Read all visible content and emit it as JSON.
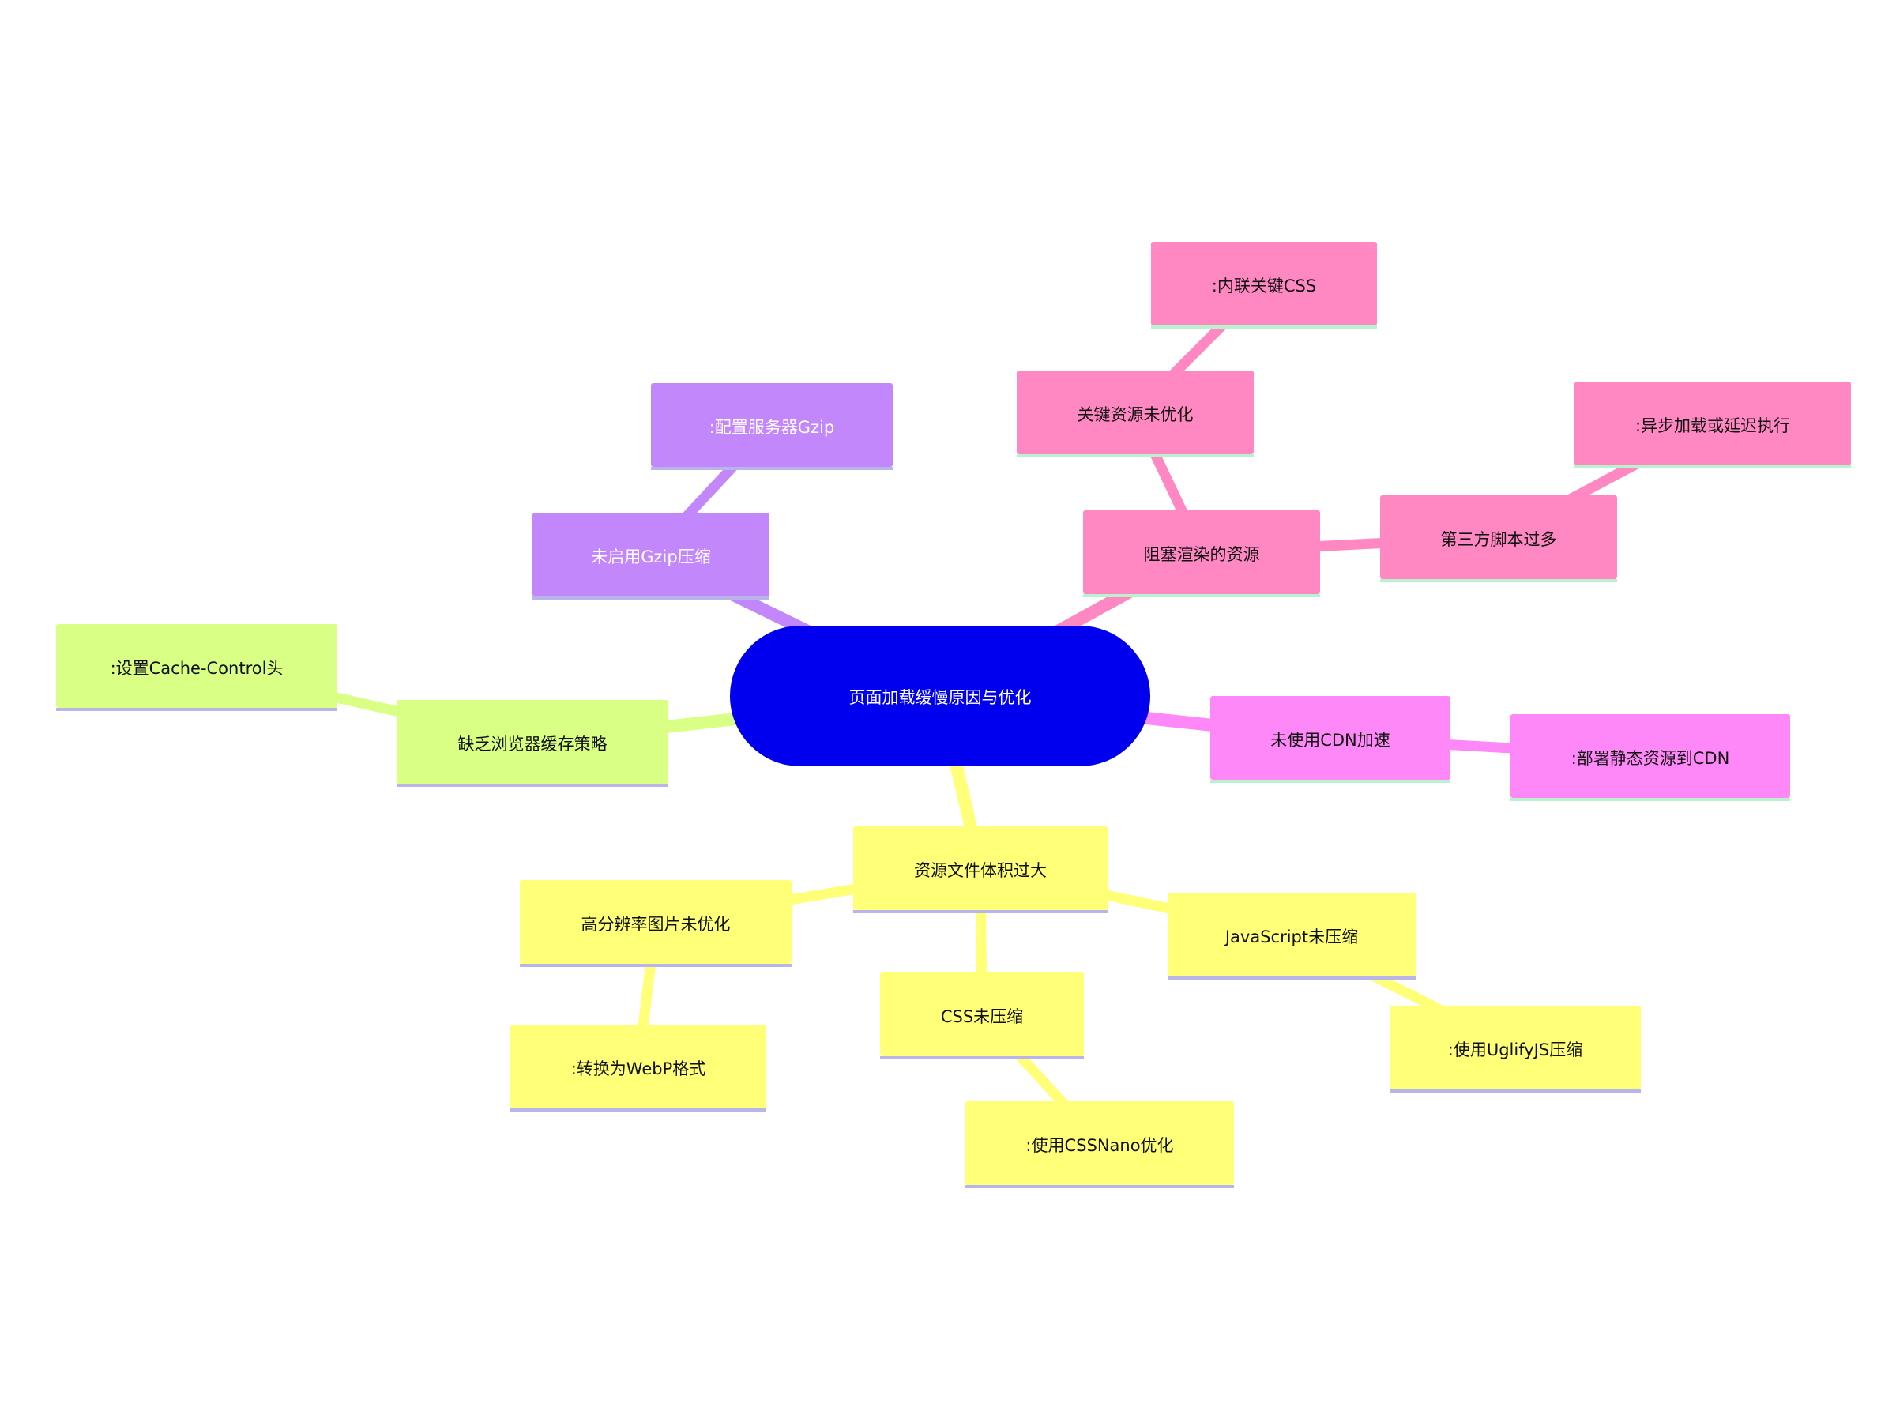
{
  "diagram": {
    "colors": {
      "center": "#0000ee",
      "center_text": "#ffffff",
      "purple": "#c387fc",
      "pink": "#ff88c2",
      "magenta": "#ff88f9",
      "yellow": "#ffff78",
      "lime": "#d9ff84",
      "underline_blue": "#b9b4ea",
      "underline_green": "#b8f2cf",
      "text_dark": "#111111"
    },
    "center": {
      "id": "root",
      "label": "页面加载缓慢原因与优化"
    },
    "nodes": [
      {
        "id": "gzip",
        "label": "未启用Gzip压缩",
        "parent": "root",
        "color": "purple"
      },
      {
        "id": "gzip_fix",
        "label": ":配置服务器Gzip",
        "parent": "gzip",
        "color": "purple"
      },
      {
        "id": "block",
        "label": "阻塞渲染的资源",
        "parent": "root",
        "color": "pink"
      },
      {
        "id": "critical",
        "label": "关键资源未优化",
        "parent": "block",
        "color": "pink"
      },
      {
        "id": "critical_fix",
        "label": ":内联关键CSS",
        "parent": "critical",
        "color": "pink"
      },
      {
        "id": "thirdparty",
        "label": "第三方脚本过多",
        "parent": "block",
        "color": "pink"
      },
      {
        "id": "thirdparty_fix",
        "label": ":异步加载或延迟执行",
        "parent": "thirdparty",
        "color": "pink"
      },
      {
        "id": "cdn",
        "label": "未使用CDN加速",
        "parent": "root",
        "color": "magenta"
      },
      {
        "id": "cdn_fix",
        "label": ":部署静态资源到CDN",
        "parent": "cdn",
        "color": "magenta"
      },
      {
        "id": "cache",
        "label": "缺乏浏览器缓存策略",
        "parent": "root",
        "color": "lime"
      },
      {
        "id": "cache_fix",
        "label": ":设置Cache-Control头",
        "parent": "cache",
        "color": "lime"
      },
      {
        "id": "size",
        "label": "资源文件体积过大",
        "parent": "root",
        "color": "yellow"
      },
      {
        "id": "img",
        "label": "高分辨率图片未优化",
        "parent": "size",
        "color": "yellow"
      },
      {
        "id": "img_fix",
        "label": ":转换为WebP格式",
        "parent": "img",
        "color": "yellow"
      },
      {
        "id": "css",
        "label": "CSS未压缩",
        "parent": "size",
        "color": "yellow"
      },
      {
        "id": "css_fix",
        "label": ":使用CSSNano优化",
        "parent": "css",
        "color": "yellow"
      },
      {
        "id": "js",
        "label": "JavaScript未压缩",
        "parent": "size",
        "color": "yellow"
      },
      {
        "id": "js_fix",
        "label": ":使用UglifyJS压缩",
        "parent": "js",
        "color": "yellow"
      }
    ]
  }
}
